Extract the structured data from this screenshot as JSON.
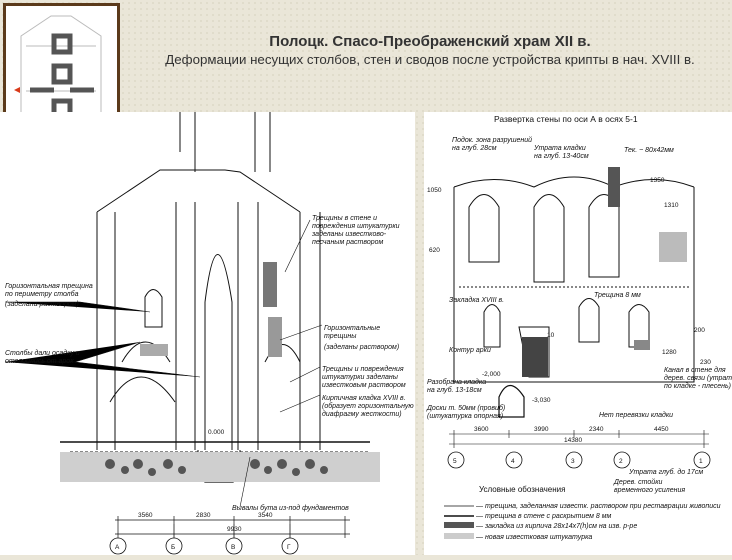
{
  "header": {
    "title": "Полоцк. Спасо-Преображенский храм XII в.",
    "subtitle": "Деформации несущих столбов, стен и сводов после устройства крипты в нач. XVIII в."
  },
  "left_section": {
    "annotations": {
      "cracks_right": [
        "Трещины в стене и",
        "повреждения штукатурки",
        "заделаны известково-",
        "песчаным раствором"
      ],
      "horizontal_crack": [
        "Горизонтальная трещина",
        "по периметру столба",
        "(заделана раствором)"
      ],
      "horizontal_cracks": [
        "Горизонтальные",
        "трещины",
        "(заделаны раствором)"
      ],
      "pillars_settled": [
        "Столбы дали осадку и",
        "отслоились от арок"
      ],
      "cracks_plaster": [
        "Трещины и повреждения",
        "штукатурки заделаны",
        "известковым раствором"
      ],
      "brick_lining": [
        "Кирпичная кладка XVIII в.",
        "(образует горизонтальную",
        "диафрагму жесткости)"
      ],
      "level": "0.000",
      "rubble": "Вывалы бута из-под фундаментов"
    },
    "dimensions": [
      "3560",
      "2830",
      "3540"
    ],
    "total": "9930",
    "axes": [
      "А",
      "Б",
      "В",
      "Г"
    ]
  },
  "right_section": {
    "title": "Развертка стены по оси А в осях 5-1",
    "annotations": {
      "floor": [
        "Подок. зона разрушений",
        "на глуб. 28см"
      ],
      "loss": [
        "Утрата кладки",
        "на глуб. 13-40см"
      ],
      "crack": "Тек. ~ 80х42мм",
      "crack2": "Трещина 8 мм",
      "masonry": "Закладка XVIII в.",
      "arch": "Контур арки",
      "destroyed": [
        "Разобрана кладка",
        "на глуб. 13-18см"
      ],
      "boards": [
        "Доски т. 50мм (провиб)",
        "(штукатурка опорная)"
      ],
      "channel": [
        "Канал в стене для",
        "дерев. связи (утраты",
        "по кладке - плесень)"
      ],
      "no_ties": "Нет перевязки кладки",
      "loss2": "Утрата глуб. до 17см",
      "wood": [
        "Дерев. стойки",
        "временного усиления"
      ],
      "val1": "1350",
      "val2": "1280",
      "val3": "230",
      "val4": "200",
      "val5": "1310",
      "val6": "620",
      "val7": "1050",
      "level1": "-2,000",
      "level2": "-3,030",
      "mark": "10"
    },
    "dimensions": [
      "3600",
      "3990",
      "2340",
      "4450"
    ],
    "total": "14380",
    "axes": [
      "5",
      "4",
      "3",
      "2",
      "1"
    ],
    "legend_title": "Условные обозначения",
    "legend": [
      "— трещина, заделанная известк. раствором при реставрации живописи",
      "— трещина в стене с раскрытием 8 мм",
      "— закладка из кирпича 28х14х7(h)см на изв. р-ре",
      "— новая известковая штукатурка"
    ]
  }
}
